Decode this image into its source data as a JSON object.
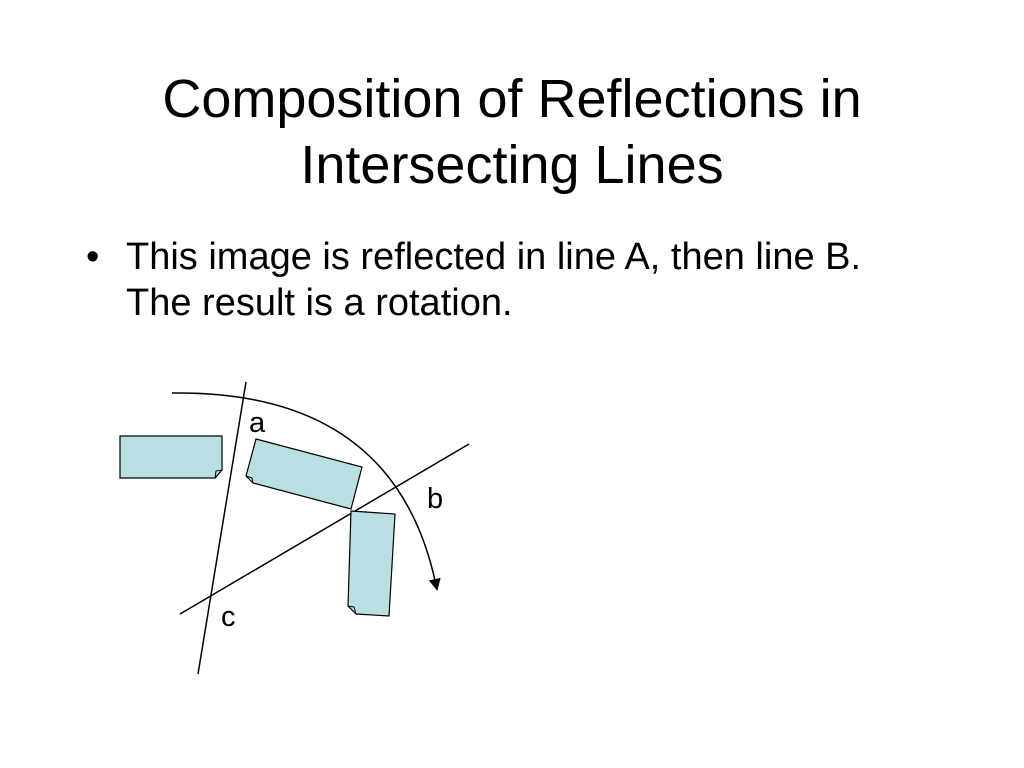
{
  "slide": {
    "title": "Composition of Reflections in Intersecting Lines",
    "bullets": [
      "This image is reflected in line A, then line B. The result is a rotation."
    ]
  },
  "diagram": {
    "labels": {
      "a": "a",
      "b": "b",
      "c": "c"
    },
    "colors": {
      "shape_fill": "#b9dfe2",
      "stroke": "#000000"
    }
  }
}
